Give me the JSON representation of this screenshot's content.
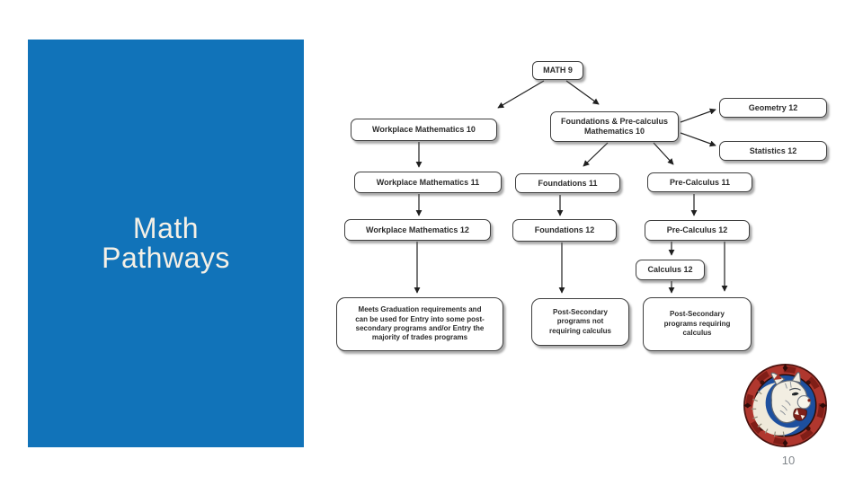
{
  "slide": {
    "title_lines": [
      "Math",
      "Pathways"
    ],
    "page_number": "10",
    "panel_color": "#1173B9",
    "title_color": "#F5F0E6"
  },
  "flowchart": {
    "nodes": {
      "math9": {
        "label": "MATH 9"
      },
      "workplace10": {
        "label": "Workplace Mathematics 10"
      },
      "foundations_precalc10": {
        "lines": [
          "Foundations & Pre-calculus",
          "Mathematics 10"
        ]
      },
      "geometry12": {
        "label": "Geometry 12"
      },
      "statistics12": {
        "label": "Statistics 12"
      },
      "workplace11": {
        "label": "Workplace Mathematics 11"
      },
      "foundations11": {
        "label": "Foundations 11"
      },
      "precalculus11": {
        "label": "Pre-Calculus 11"
      },
      "workplace12": {
        "label": "Workplace Mathematics 12"
      },
      "foundations12": {
        "label": "Foundations 12"
      },
      "precalculus12": {
        "label": "Pre-Calculus 12"
      },
      "calculus12": {
        "label": "Calculus 12"
      },
      "graduation": {
        "lines": [
          "Meets Graduation requirements and",
          "can be used for Entry into some post-",
          "secondary programs and/or Entry the",
          "majority of trades programs"
        ]
      },
      "postsec_no_calc": {
        "lines": [
          "Post-Secondary",
          "programs not",
          "requiring calculus"
        ]
      },
      "postsec_calc": {
        "lines": [
          "Post-Secondary",
          "programs requiring",
          "calculus"
        ]
      }
    },
    "edges": [
      {
        "from": "math9",
        "to": "workplace10"
      },
      {
        "from": "math9",
        "to": "foundations_precalc10"
      },
      {
        "from": "foundations_precalc10",
        "to": "geometry12"
      },
      {
        "from": "foundations_precalc10",
        "to": "statistics12"
      },
      {
        "from": "foundations_precalc10",
        "to": "foundations11"
      },
      {
        "from": "foundations_precalc10",
        "to": "precalculus11"
      },
      {
        "from": "workplace10",
        "to": "workplace11"
      },
      {
        "from": "workplace11",
        "to": "workplace12"
      },
      {
        "from": "workplace12",
        "to": "graduation"
      },
      {
        "from": "foundations11",
        "to": "foundations12"
      },
      {
        "from": "foundations12",
        "to": "postsec_no_calc"
      },
      {
        "from": "precalculus11",
        "to": "precalculus12"
      },
      {
        "from": "precalculus12",
        "to": "calculus12"
      },
      {
        "from": "calculus12",
        "to": "postsec_calc"
      },
      {
        "from": "precalculus12",
        "to": "postsec_calc"
      }
    ]
  },
  "logo": {
    "icon": "cougar-mascot-crest"
  }
}
